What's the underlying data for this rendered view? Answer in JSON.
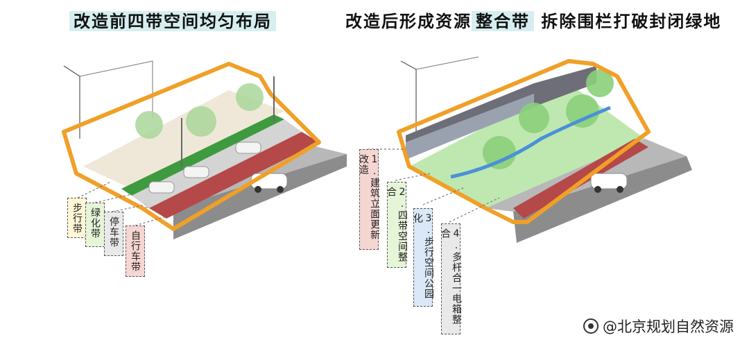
{
  "titles": {
    "left": "改造前四带空间均匀布局",
    "right_part1": "改造后形成资源",
    "right_highlight": "整合带",
    "right_part2": " 拆除围栏打破封闭绿地"
  },
  "left_tags": [
    {
      "text": "步行带",
      "color": "#fff7d6"
    },
    {
      "text": "绿化带",
      "color": "#e6f4d8"
    },
    {
      "text": "停车带",
      "color": "#e9e9e9"
    },
    {
      "text": "自行车带",
      "color": "#f6d6d2"
    }
  ],
  "right_tags": [
    {
      "text": "1.建筑立面更新改造",
      "color": "#f6d6d2"
    },
    {
      "text": "2.四带空间整合",
      "color": "#e6f4d8"
    },
    {
      "text": "3.步行空间公园化",
      "color": "#dbe8f7"
    },
    {
      "text": "4.多杆合一电箱整合",
      "color": "#e9e9e9"
    }
  ],
  "watermark": "@北京规划自然资源",
  "colors": {
    "outline": "#f0a028",
    "bike_lane": "#b54848",
    "green": "#3e9a3e",
    "road": "#9a9a9a"
  }
}
